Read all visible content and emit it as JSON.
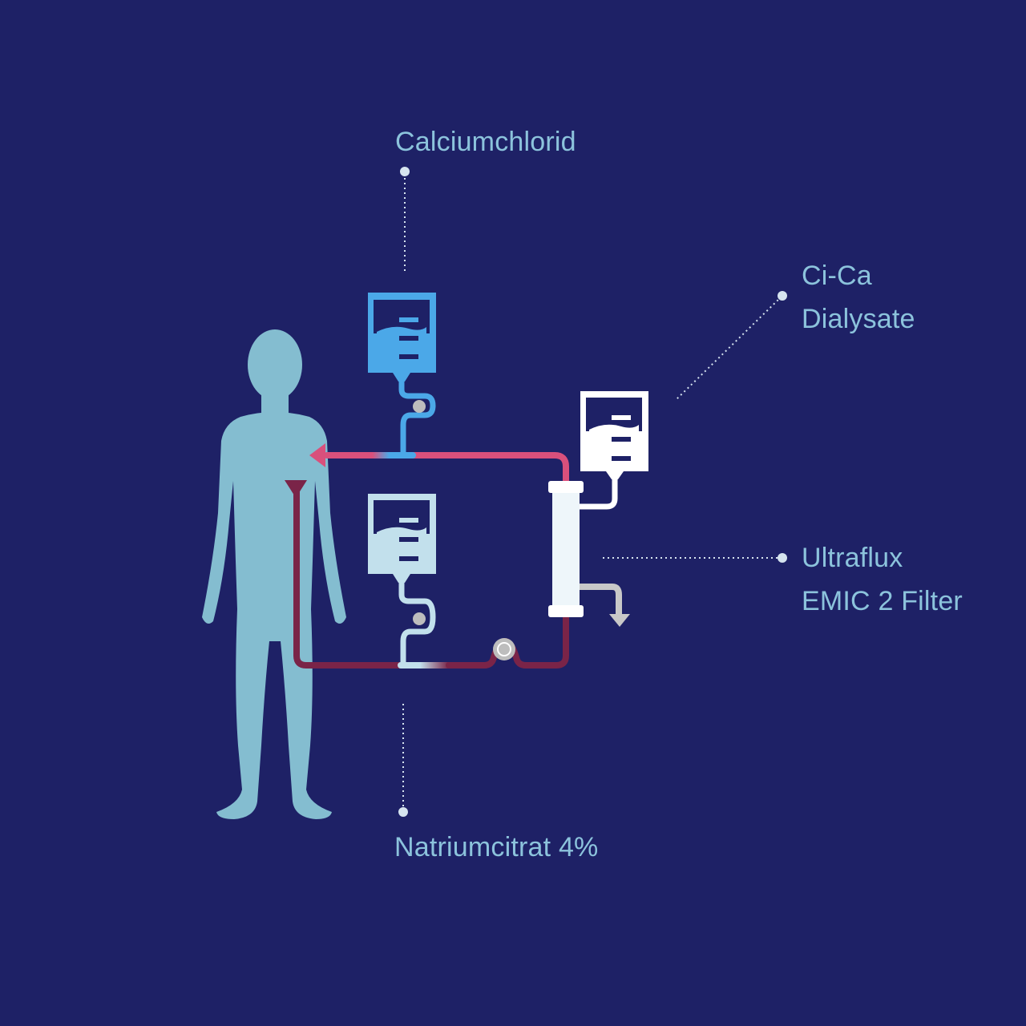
{
  "labels": {
    "calcium": "Calciumchlorid",
    "dialysate_line1": "Ci-Ca",
    "dialysate_line2": "Dialysate",
    "filter_line1": "Ultraflux",
    "filter_line2": "EMIC 2 Filter",
    "citrate": "Natriumcitrat 4%"
  },
  "colors": {
    "background": "#1e2166",
    "label_text": "#8cc3dc",
    "human": "#84bdd0",
    "calcium_bag": "#4ba8e8",
    "dialysate_bag": "#ffffff",
    "citrate_bag": "#c2e0ec",
    "return_line": "#d9507c",
    "arterial_line": "#7a2448",
    "effluent_line": "#c8c8c8",
    "filter": "#eef6fa",
    "pump": "#bdbdbd",
    "leader_dots": "#d6e4ef"
  },
  "icons": {
    "human": "human-body-icon",
    "bag": "infusion-bag-icon",
    "pump": "pump-icon",
    "filter": "dialysis-filter-icon"
  }
}
